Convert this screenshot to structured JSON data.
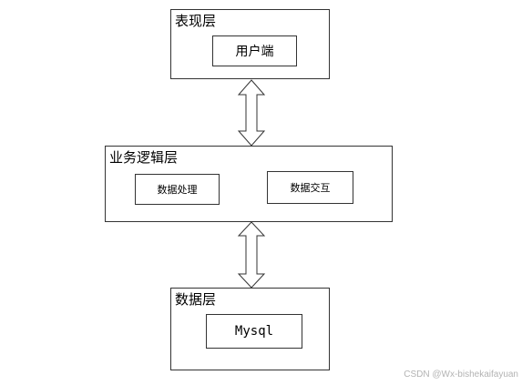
{
  "presentation_layer": {
    "title": "表现层",
    "box_label": "用户端"
  },
  "business_layer": {
    "title": "业务逻辑层",
    "box1_label": "数据处理",
    "box2_label": "数据交互"
  },
  "data_layer": {
    "title": "数据层",
    "box_label": "Mysql"
  },
  "watermark": "CSDN @Wx-bishekaifayuan"
}
